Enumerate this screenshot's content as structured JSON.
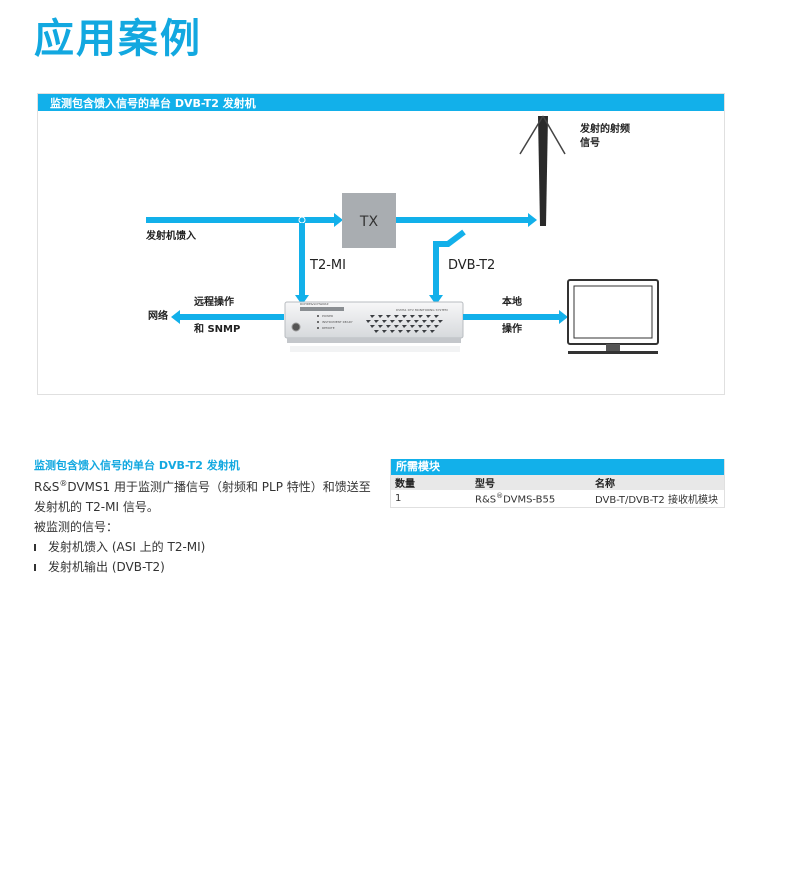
{
  "page_title": "应用案例",
  "figure": {
    "title": "监测包含馈入信号的单台 DVB-T2 发射机",
    "labels": {
      "tx": "TX",
      "rf_signal_line1": "发射的射频",
      "rf_signal_line2": "信号",
      "transmitter_feed": "发射机馈入",
      "t2mi": "T2-MI",
      "dvbt2": "DVB-T2",
      "network": "网络",
      "remote_op": "远程操作",
      "snmp": "和 SNMP",
      "local": "本地",
      "operation": "操作",
      "brand": "ROHDE&SCHWARZ",
      "product": "DVMS1 DTV MONITORING SYSTEM",
      "led1": "POWER",
      "led2": "INSTRUMENT READY",
      "led3": "REMOTE"
    }
  },
  "section": {
    "heading": "监测包含馈入信号的单台 DVB-T2 发射机",
    "para_part1": "R&S",
    "para_sup": "®",
    "para_part2": "DVMS1 用于监测广播信号（射频和 PLP 特性）和馈送至发射机的 T2-MI 信号。",
    "monitored_label": "被监测的信号：",
    "bullets": [
      "发射机馈入 (ASI 上的 T2-MI)",
      "发射机输出 (DVB-T2)"
    ]
  },
  "modules": {
    "header": "所需模块",
    "columns": [
      "数量",
      "型号",
      "名称"
    ],
    "row": {
      "qty": "1",
      "model_part1": "R&S",
      "model_sup": "®",
      "model_part2": "DVMS-B55",
      "name": "DVB-T/DVB-T2 接收机模块"
    }
  },
  "colors": {
    "accent": "#12b0ea",
    "tx_box": "#a9adb1"
  }
}
